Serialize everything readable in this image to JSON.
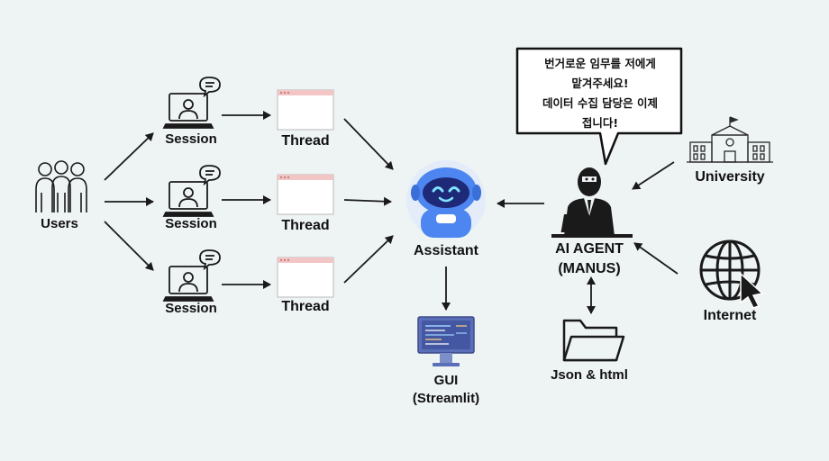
{
  "nodes": {
    "users": "Users",
    "session_1": "Session",
    "session_2": "Session",
    "session_3": "Session",
    "thread_1": "Thread",
    "thread_2": "Thread",
    "thread_3": "Thread",
    "assistant": "Assistant",
    "gui_line1": "GUI",
    "gui_line2": "(Streamlit)",
    "agent_line1": "AI AGENT",
    "agent_line2": "(MANUS)",
    "university": "University",
    "internet": "Internet",
    "json_html": "Json & html"
  },
  "speech_bubble": {
    "lines": [
      "번거로운 임무를 저에게",
      "맡겨주세요!",
      "데이터 수집 담당은 이제",
      "접니다!"
    ]
  },
  "colors": {
    "background": "#eef3f4",
    "ink": "#1a1a1a",
    "robot_blue": "#4d86f0",
    "robot_face": "#1e2a78",
    "robot_eye": "#7fe3ff",
    "thread_bar": "#f3c6c6",
    "monitor_screen": "#5a6fb8"
  },
  "icons": [
    "users-icon",
    "laptop-chat-icon",
    "browser-window-icon",
    "robot-icon",
    "monitor-code-icon",
    "ai-agent-laptop-icon",
    "university-building-icon",
    "globe-cursor-icon",
    "folder-icon"
  ]
}
